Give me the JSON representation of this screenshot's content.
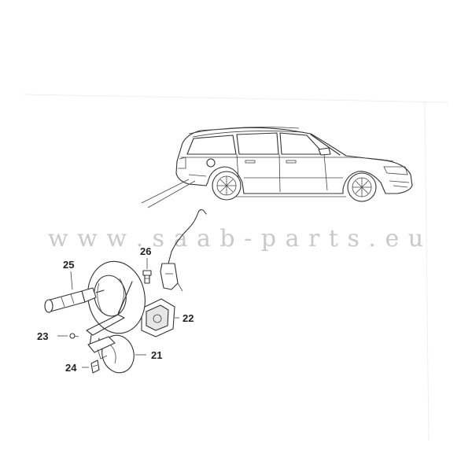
{
  "watermark": {
    "text": "w w w . s a a b - p a r t s . e u"
  },
  "callouts": {
    "c21": "21",
    "c22": "22",
    "c23": "23",
    "c24": "24",
    "c25": "25",
    "c26": "26"
  },
  "colors": {
    "line": "#333333",
    "watermark": "#c9c9c9",
    "background": "#ffffff"
  }
}
